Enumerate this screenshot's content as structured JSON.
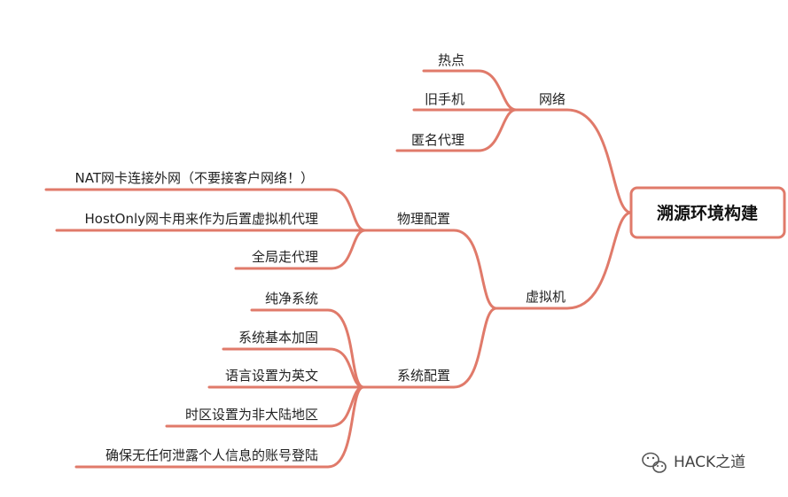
{
  "root": {
    "label": "溯源环境构建"
  },
  "branches": {
    "network": {
      "label": "网络",
      "children": [
        "热点",
        "旧手机",
        "匿名代理"
      ]
    },
    "vm": {
      "label": "虚拟机",
      "physical": {
        "label": "物理配置",
        "children": [
          "NAT网卡连接外网（不要接客户网络！）",
          "HostOnly网卡用来作为后置虚拟机代理",
          "全局走代理"
        ]
      },
      "system": {
        "label": "系统配置",
        "children": [
          "纯净系统",
          "系统基本加固",
          "语言设置为英文",
          "时区设置为非大陆地区",
          "确保无任何泄露个人信息的账号登陆"
        ]
      }
    }
  },
  "watermark": {
    "text": "HACK之道",
    "icon": "wechat-icon"
  },
  "colors": {
    "line": "#e07a6a",
    "text": "#222222"
  }
}
